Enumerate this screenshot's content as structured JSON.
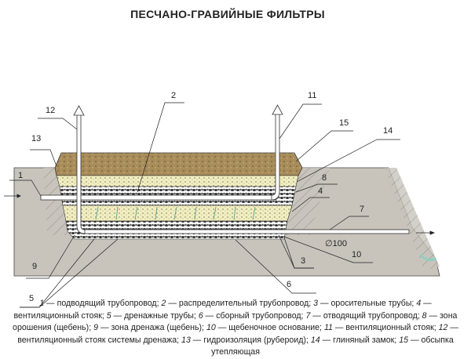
{
  "title": "ПЕСЧАНО-ГРАВИЙНЫЕ ФИЛЬТРЫ",
  "labels": {
    "l1": "1",
    "l2": "2",
    "l3": "3",
    "l4": "4",
    "l5": "5",
    "l6": "6",
    "l7": "7",
    "l8": "8",
    "l9": "9",
    "l10": "10",
    "l11": "11",
    "l12": "12",
    "l13": "13",
    "l14": "14",
    "l15": "15",
    "diameter": "∅100"
  },
  "legend": [
    {
      "num": "1",
      "text": " — подводящий трубопровод; "
    },
    {
      "num": "2",
      "text": " — распределительный трубопровод; "
    },
    {
      "num": "3",
      "text": " — оросительные трубы; "
    },
    {
      "num": "4",
      "text": " — вентиляционный стояк; "
    },
    {
      "num": "5",
      "text": " — дренажные трубы; "
    },
    {
      "num": "6",
      "text": " — сборный трубопровод; "
    },
    {
      "num": "7",
      "text": " — отводящий трубопровод; "
    },
    {
      "num": "8",
      "text": " — зона орошения (щебень); "
    },
    {
      "num": "9",
      "text": " — зона дренажа (щебень); "
    },
    {
      "num": "10",
      "text": " — щебеночное основание; "
    },
    {
      "num": "11",
      "text": " — вентиляционный стояк; "
    },
    {
      "num": "12",
      "text": " — вентиляционный стояк системы дренажа; "
    },
    {
      "num": "13",
      "text": " — гидроизоляция (рубероид); "
    },
    {
      "num": "14",
      "text": " — глиняный замок; "
    },
    {
      "num": "15",
      "text": " — обсыпка утепляющая"
    }
  ],
  "colors": {
    "ground": "#c8c4bc",
    "soil": "#a88c5a",
    "sand": "#f2eebe",
    "gravel": "#6a6a6a",
    "pipe": "#ffffff",
    "water": "#8fd0c0"
  }
}
